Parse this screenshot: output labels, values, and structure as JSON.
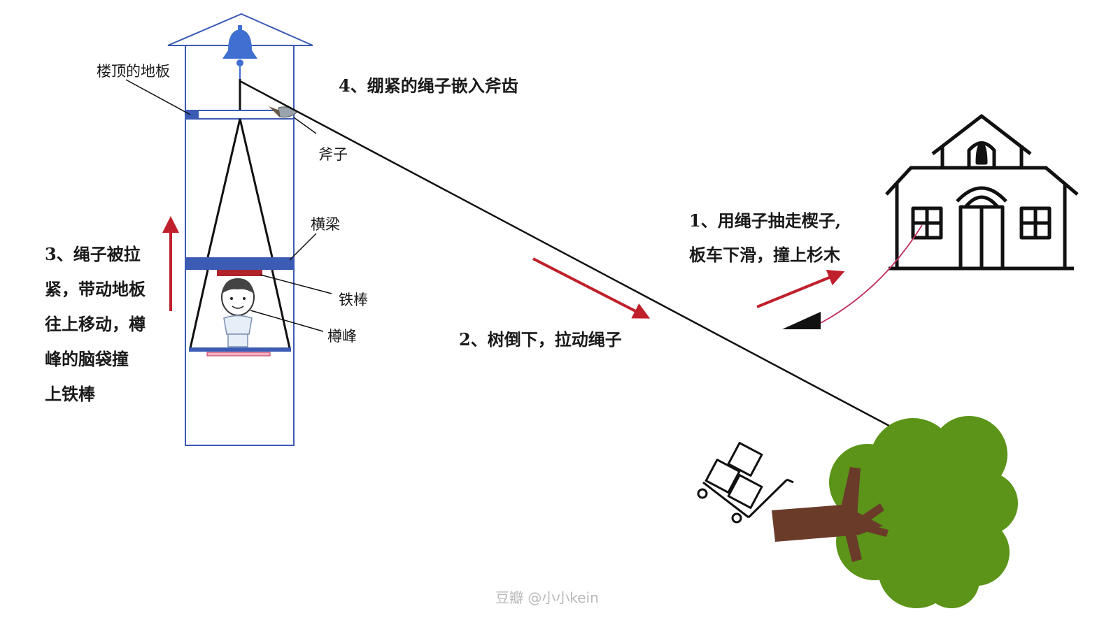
{
  "labels": {
    "roof_floor": "楼顶的地板",
    "axe": "斧子",
    "beam": "横梁",
    "iron_rod": "铁棒",
    "zunfeng": "樽峰"
  },
  "steps": {
    "step1": [
      "1、用绳子抽走楔子,",
      "板车下滑，撞上杉木"
    ],
    "step2": "2、树倒下，拉动绳子",
    "step3": [
      "3、绳子被拉",
      "紧，带动地板",
      "往上移动，樽",
      "峰的脑袋撞",
      "上铁棒"
    ],
    "step4": "4、绷紧的绳子嵌入斧齿"
  },
  "watermark": "豆瓣 @小小kein",
  "colors": {
    "tower_blue": "#3b5bb5",
    "bell_blue": "#3f6fd0",
    "arrow_red": "#c0202b",
    "tree_green": "#5b9418",
    "trunk_brown": "#6b3b2a",
    "pink_rope": "#c0305a",
    "rod_red": "#b0242c"
  },
  "icons": [
    "bell-icon",
    "house-icon",
    "tree-icon",
    "cart-icon",
    "axe-icon",
    "head-icon",
    "wedge-icon"
  ]
}
